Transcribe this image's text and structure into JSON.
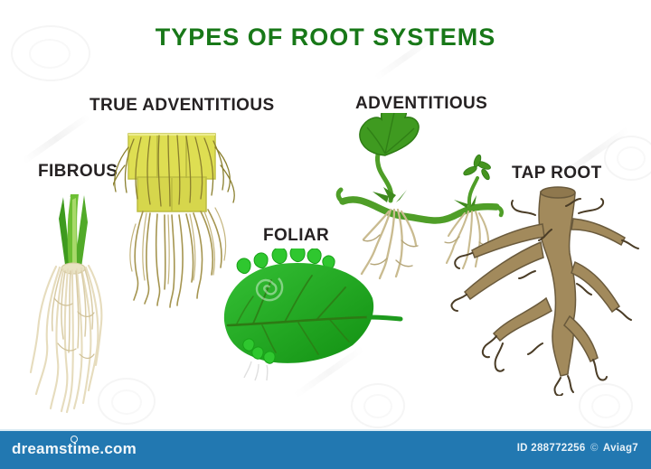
{
  "title": "TYPES OF ROOT SYSTEMS",
  "figures": {
    "fibrous": {
      "label": "FIBROUS"
    },
    "true_adventitious": {
      "label": "TRUE ADVENTITIOUS"
    },
    "foliar": {
      "label": "FOLIAR"
    },
    "adventitious": {
      "label": "ADVENTITIOUS"
    },
    "tap_root": {
      "label": "TAP ROOT"
    }
  },
  "watermark_bar": {
    "site": "dreamstime.com",
    "image_id": "ID 288772256",
    "copyright_symbol": "©",
    "author": "Aviag7"
  },
  "colors": {
    "title_green": "#187818",
    "label_dark": "#262223",
    "bar_blue": "#2278b1",
    "bar_text": "#f2f7fa",
    "leaf_green": "#23ab23",
    "leaf_dark_green": "#2d7a14",
    "plantlet_green": "#2fc72f",
    "stem_green": "#4f9e28",
    "fibrous_stem_green": "#5eb02a",
    "root_cream": "#e6dcbd",
    "stem_yellow": "#dede52",
    "upper_root_olive": "#8a7f2e",
    "lower_root_tan": "#a59550",
    "adv_root_tan": "#c9bb90",
    "taproot_khaki": "#a28a5c",
    "taproot_outline": "#6a5a3c",
    "taproot_dark": "#4a3c26"
  }
}
